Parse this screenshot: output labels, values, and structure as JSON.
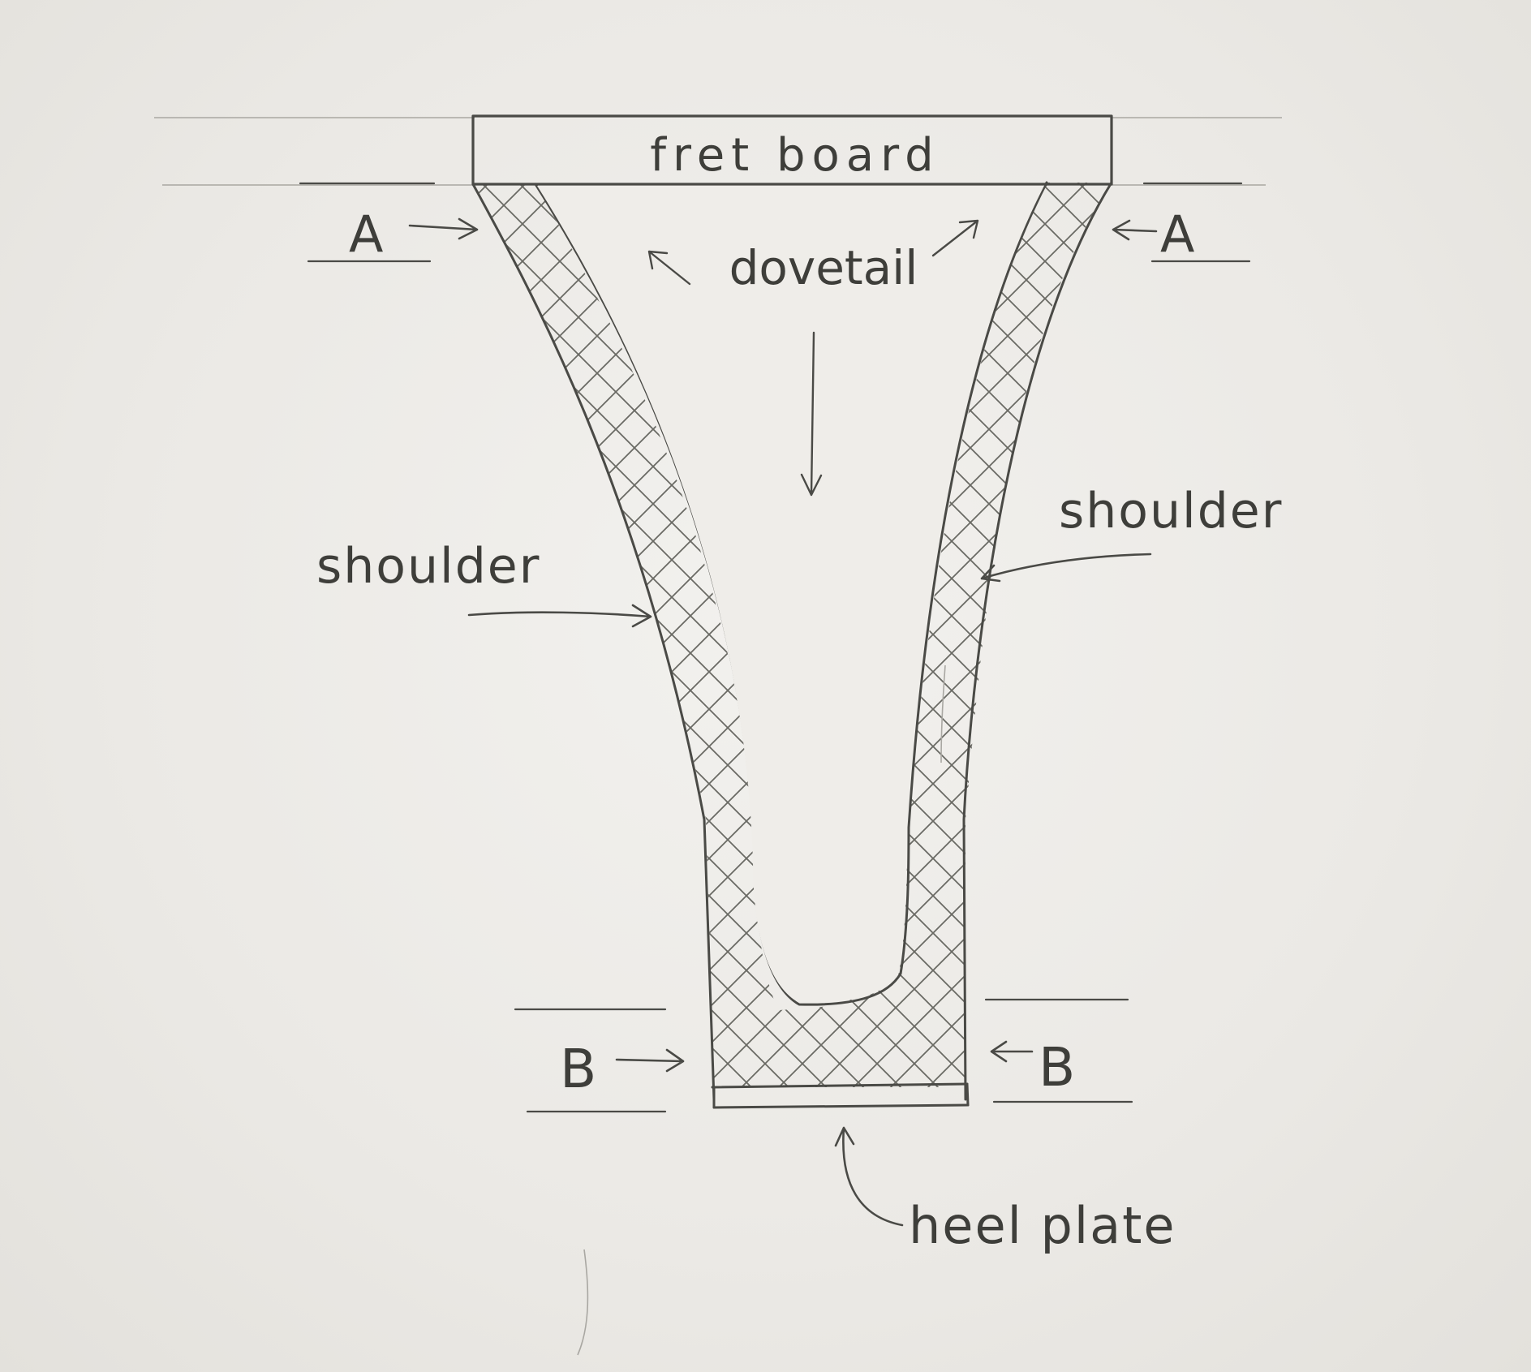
{
  "labels": {
    "fretboard": "fret board",
    "dovetail": "dovetail",
    "shoulder_left": "shoulder",
    "shoulder_right": "shoulder",
    "heel_plate": "heel plate",
    "section_a_left": "A",
    "section_a_right": "A",
    "section_b_left": "B",
    "section_b_right": "B"
  },
  "colors": {
    "paper": "#eceae6",
    "pencil": "#4a4a46",
    "faint_line": "#a9a7a2"
  }
}
